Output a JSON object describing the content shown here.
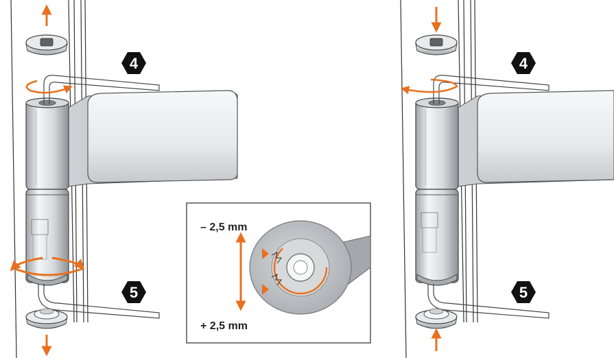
{
  "steps": {
    "upper": "4",
    "lower": "5"
  },
  "inset": {
    "top_label": "– 2,5 mm",
    "bottom_label": "+ 2,5 mm"
  },
  "colors": {
    "accent": "#e8701e",
    "badge": "#111111",
    "metal_light": "#eef0f2",
    "metal_mid": "#c9ccd0",
    "metal_dark": "#8f9499",
    "inset_border": "#555555"
  },
  "icons": {
    "step_badge": "hexagon-number-badge",
    "direction": "arrow-icon",
    "rotation": "curved-rotation-arrow-icon"
  }
}
